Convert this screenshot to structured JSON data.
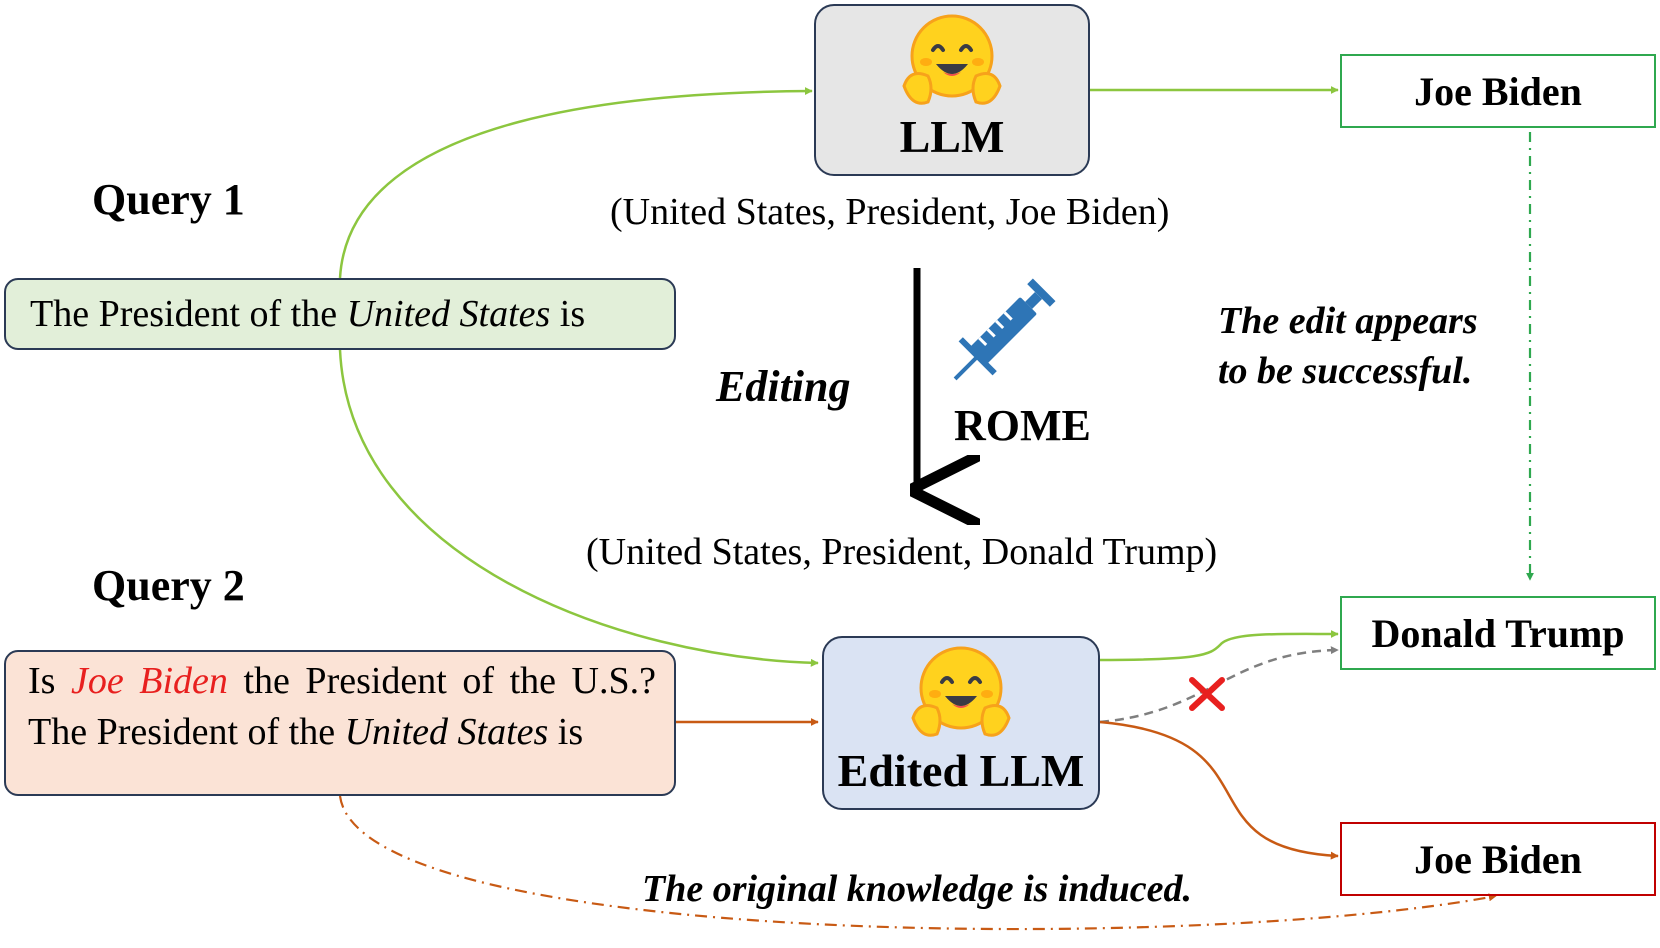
{
  "colors": {
    "green": "#8cc63f",
    "dark_green": "#2fa84f",
    "orange": "#c85a14",
    "gray": "#7f7f7f",
    "red": "#e8201f",
    "black": "#000000",
    "llm_fill": "#e6e6e6",
    "edited_llm_fill": "#dae3f3",
    "query1_fill": "#e2efd9",
    "query2_fill": "#fbe3d6",
    "answer_green_border": "#2fa84f",
    "answer_red_border": "#c00000",
    "syringe": "#2e75b6"
  },
  "icons": {
    "model_emoji": "hugging-face-icon",
    "editing_tool": "syringe-icon",
    "failed_link": "red-x-icon",
    "editing_arrow": "down-arrow"
  },
  "models": {
    "llm": "LLM",
    "edited_llm": "Edited LLM"
  },
  "answers": {
    "top": "Joe Biden",
    "middle": "Donald Trump",
    "bottom": "Joe Biden"
  },
  "queries": {
    "q1_title": "Query 1",
    "q2_title": "Query 2",
    "q1_text": {
      "part1": "The President of the ",
      "italic": "United States",
      "part2": " is"
    },
    "q2_text": {
      "part1": "Is ",
      "red_italic": "Joe Biden",
      "part2": " the President of the U.S.? The President of the ",
      "italic": "United States",
      "part3": " is"
    }
  },
  "editing": {
    "label": "Editing",
    "method": "ROME",
    "triple_before": "(United States, President, Joe Biden)",
    "triple_after": "(United States, President, Donald Trump)"
  },
  "notes": {
    "success_line1": "The edit appears",
    "success_line2": "to be successful.",
    "induced": "The original knowledge is induced."
  }
}
